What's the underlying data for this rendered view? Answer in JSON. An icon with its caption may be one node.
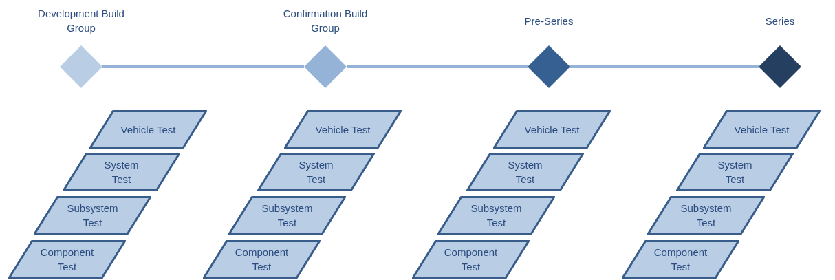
{
  "diagram": {
    "nodes": [
      {
        "text": [
          "Development Build Group"
        ]
      },
      {
        "text": [
          "Confirmation Build Group"
        ]
      },
      {
        "text": [
          "Pre-Series"
        ]
      },
      {
        "text": [
          "Series"
        ]
      },
      {
        "text": [
          "Vehicle Test"
        ]
      },
      {
        "text": [
          "System Test"
        ]
      },
      {
        "text": [
          "Subsystem Test"
        ]
      },
      {
        "text": [
          "Component Test"
        ]
      },
      {
        "text": [
          "Vehicle Test"
        ]
      },
      {
        "text": [
          "System Test"
        ]
      },
      {
        "text": [
          "Subsystem Test"
        ]
      },
      {
        "text": [
          "Component Test"
        ]
      },
      {
        "text": [
          "Vehicle Test"
        ]
      },
      {
        "text": [
          "System Test"
        ]
      },
      {
        "text": [
          "Subsystem Test"
        ]
      },
      {
        "text": [
          "Component Test"
        ]
      },
      {
        "text": [
          "Vehicle Test"
        ]
      },
      {
        "text": [
          "System Test"
        ]
      },
      {
        "text": [
          "Subsystem Test"
        ]
      },
      {
        "text": [
          "Component Test"
        ]
      }
    ],
    "edges": [
      {
        "from": 0,
        "to": 1,
        "arrow": "none"
      },
      {
        "from": 1,
        "to": 2,
        "arrow": "none"
      },
      {
        "from": 2,
        "to": 3,
        "arrow": "none"
      }
    ]
  }
}
